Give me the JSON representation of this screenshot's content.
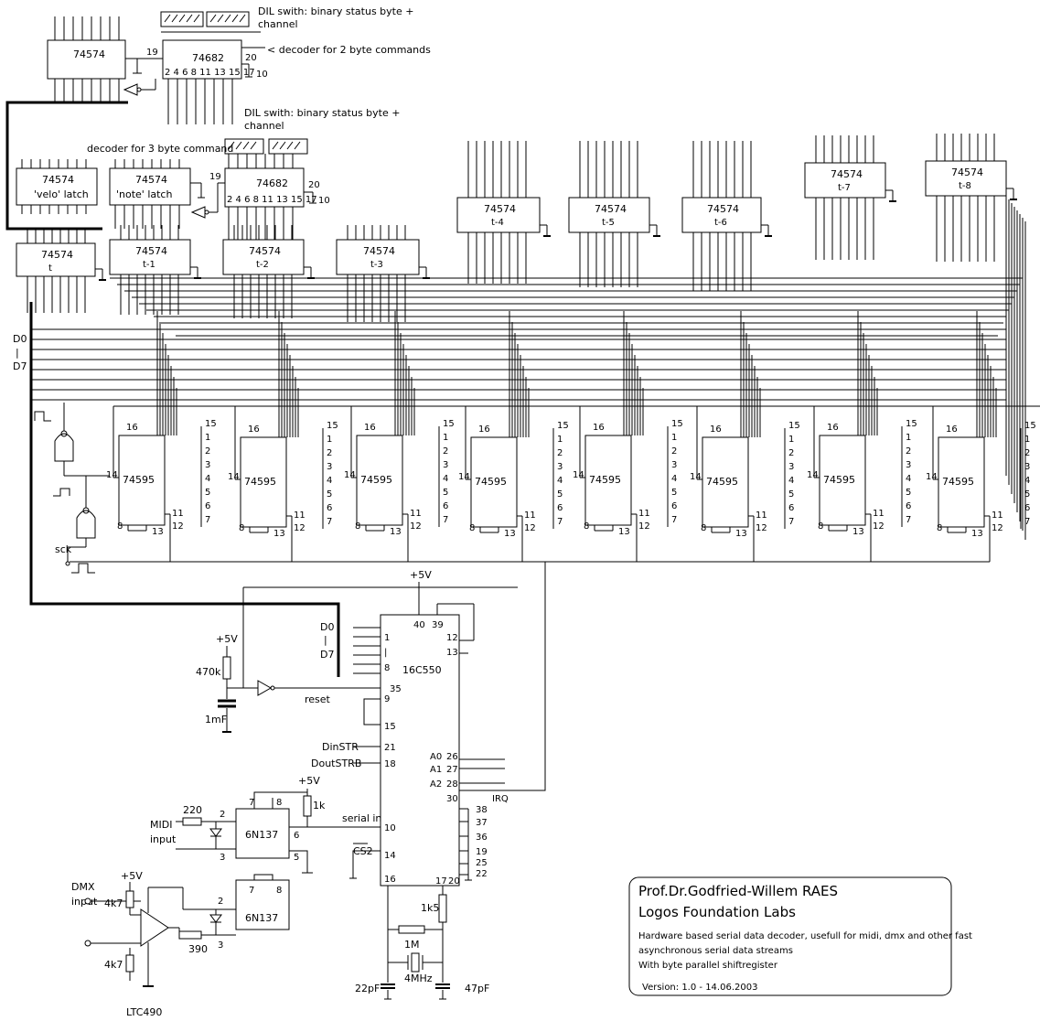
{
  "annotations": {
    "dil_switch": [
      "DIL swith: binary status byte +",
      "channel"
    ],
    "decoder_2byte": "< decoder for 2 byte commands",
    "decoder_3byte": "decoder for 3 byte command"
  },
  "chips": {
    "l574": "74574",
    "l682": "74682",
    "l595": "74595",
    "uart": "16C550",
    "opto": "6N137",
    "ltc": "LTC490",
    "velo": "'velo' latch",
    "note": "'note' latch",
    "t": "t",
    "t1": "t-1",
    "t2": "t-2",
    "t3": "t-3",
    "t4": "t-4",
    "t5": "t-5",
    "t6": "t-6",
    "t7": "t-7",
    "t8": "t-8"
  },
  "pins": {
    "p19": "19",
    "p20": "20",
    "p10": "10",
    "p682_row": "2 4 6 8 11 13 15 17",
    "p16": "16",
    "p14": "14",
    "p9": "9",
    "p8": "8",
    "p13": "13",
    "p11": "11",
    "p12": "12",
    "qcol": [
      "15",
      "1",
      "2",
      "3",
      "4",
      "5",
      "6",
      "7"
    ],
    "u40": "40",
    "u39": "39",
    "u12": "12",
    "u13": "13",
    "u1": "1",
    "u8": "8",
    "u35": "35",
    "u9": "9",
    "u15": "15",
    "u21": "21",
    "u18": "18",
    "u26": "26",
    "u27": "27",
    "u28": "28",
    "u30": "30",
    "u10": "10",
    "u14": "14",
    "u16": "16",
    "u38": "38",
    "u37": "37",
    "u36": "36",
    "u19": "19",
    "u25": "25",
    "u22": "22",
    "u17": "17",
    "u20": "20",
    "o7": "7",
    "o8": "8",
    "o2": "2",
    "o3": "3",
    "o6": "6",
    "o5": "5"
  },
  "signals": {
    "d0": "D0",
    "bar": "|",
    "d7": "D7",
    "sck": "sck",
    "vcc": "+5V",
    "reset": "reset",
    "din": "DinSTR",
    "dout": "DoutSTRB",
    "a0": "A0",
    "a1": "A1",
    "a2": "A2",
    "irq": "IRQ",
    "serial_in": "serial in",
    "cs2": "CS2",
    "midi": [
      "MIDI",
      "input"
    ],
    "dmx": [
      "DMX",
      "input"
    ]
  },
  "components": {
    "r470k": "470k",
    "c1mf": "1mF",
    "r1k": "1k",
    "r220": "220",
    "r4k7": "4k7",
    "r390": "390",
    "r1k5": "1k5",
    "r1m": "1M",
    "xtal": "4MHz",
    "c22": "22pF",
    "c47": "47pF"
  },
  "title_block": {
    "author": "Prof.Dr.Godfried-Willem RAES",
    "org": "Logos Foundation Labs",
    "desc": [
      "Hardware based serial data decoder, usefull for midi, dmx and other fast",
      "asynchronous serial data streams",
      "With byte parallel shiftregister"
    ],
    "version": "Version: 1.0 - 14.06.2003"
  }
}
